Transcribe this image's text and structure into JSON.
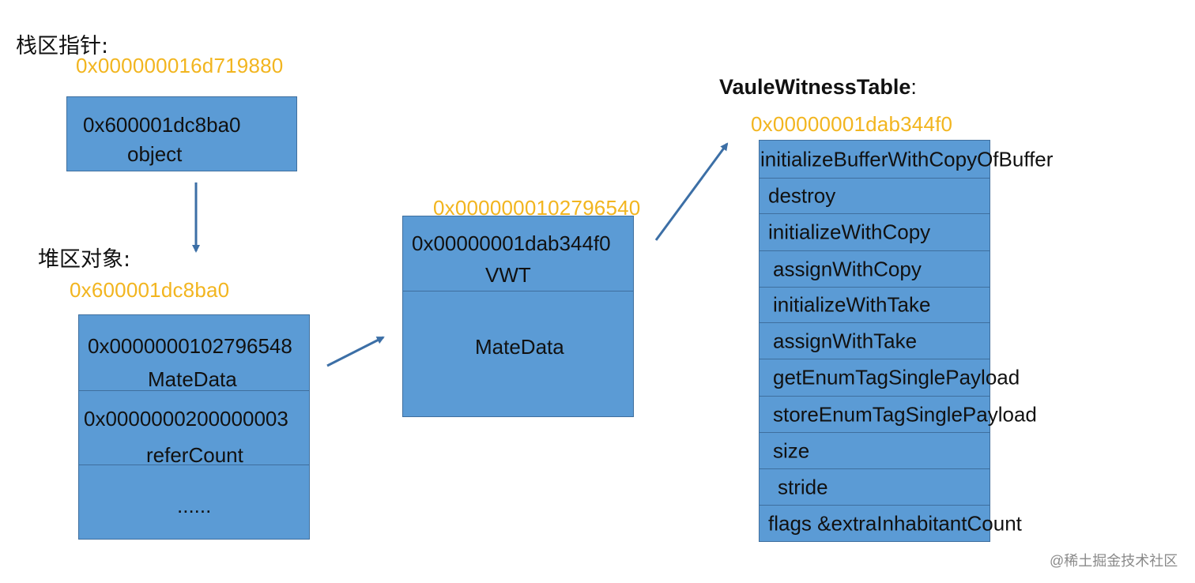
{
  "stack": {
    "heading": "栈区指针:",
    "address": "0x000000016d719880",
    "box_value": "0x600001dc8ba0",
    "box_label": "object"
  },
  "heap": {
    "heading": "堆区对象:",
    "address": "0x600001dc8ba0",
    "cells": [
      {
        "value": "0x0000000102796548",
        "label": "MateData"
      },
      {
        "value": "0x0000000200000003",
        "label": "referCount"
      },
      {
        "value": "",
        "label": "......"
      }
    ]
  },
  "metadata": {
    "address": "0x0000000102796540",
    "cell1_value": "0x00000001dab344f0",
    "cell1_label": "VWT",
    "cell2_label": "MateData"
  },
  "vwt": {
    "title": "VauleWitnessTable",
    "title_colon": ":",
    "address": "0x00000001dab344f0",
    "rows": [
      "initializeBufferWithCopyOfBuffer",
      "destroy",
      "initializeWithCopy",
      "assignWithCopy",
      "initializeWithTake",
      "assignWithTake",
      "getEnumTagSinglePayload",
      "storeEnumTagSinglePayload",
      "size",
      "stride",
      "flags &extraInhabitantCount"
    ]
  },
  "watermark": "@稀土掘金技术社区",
  "colors": {
    "box_fill": "#5b9bd5",
    "box_border": "#3f6f9e",
    "address": "#f2b51f",
    "arrow": "#3c6fa6"
  }
}
